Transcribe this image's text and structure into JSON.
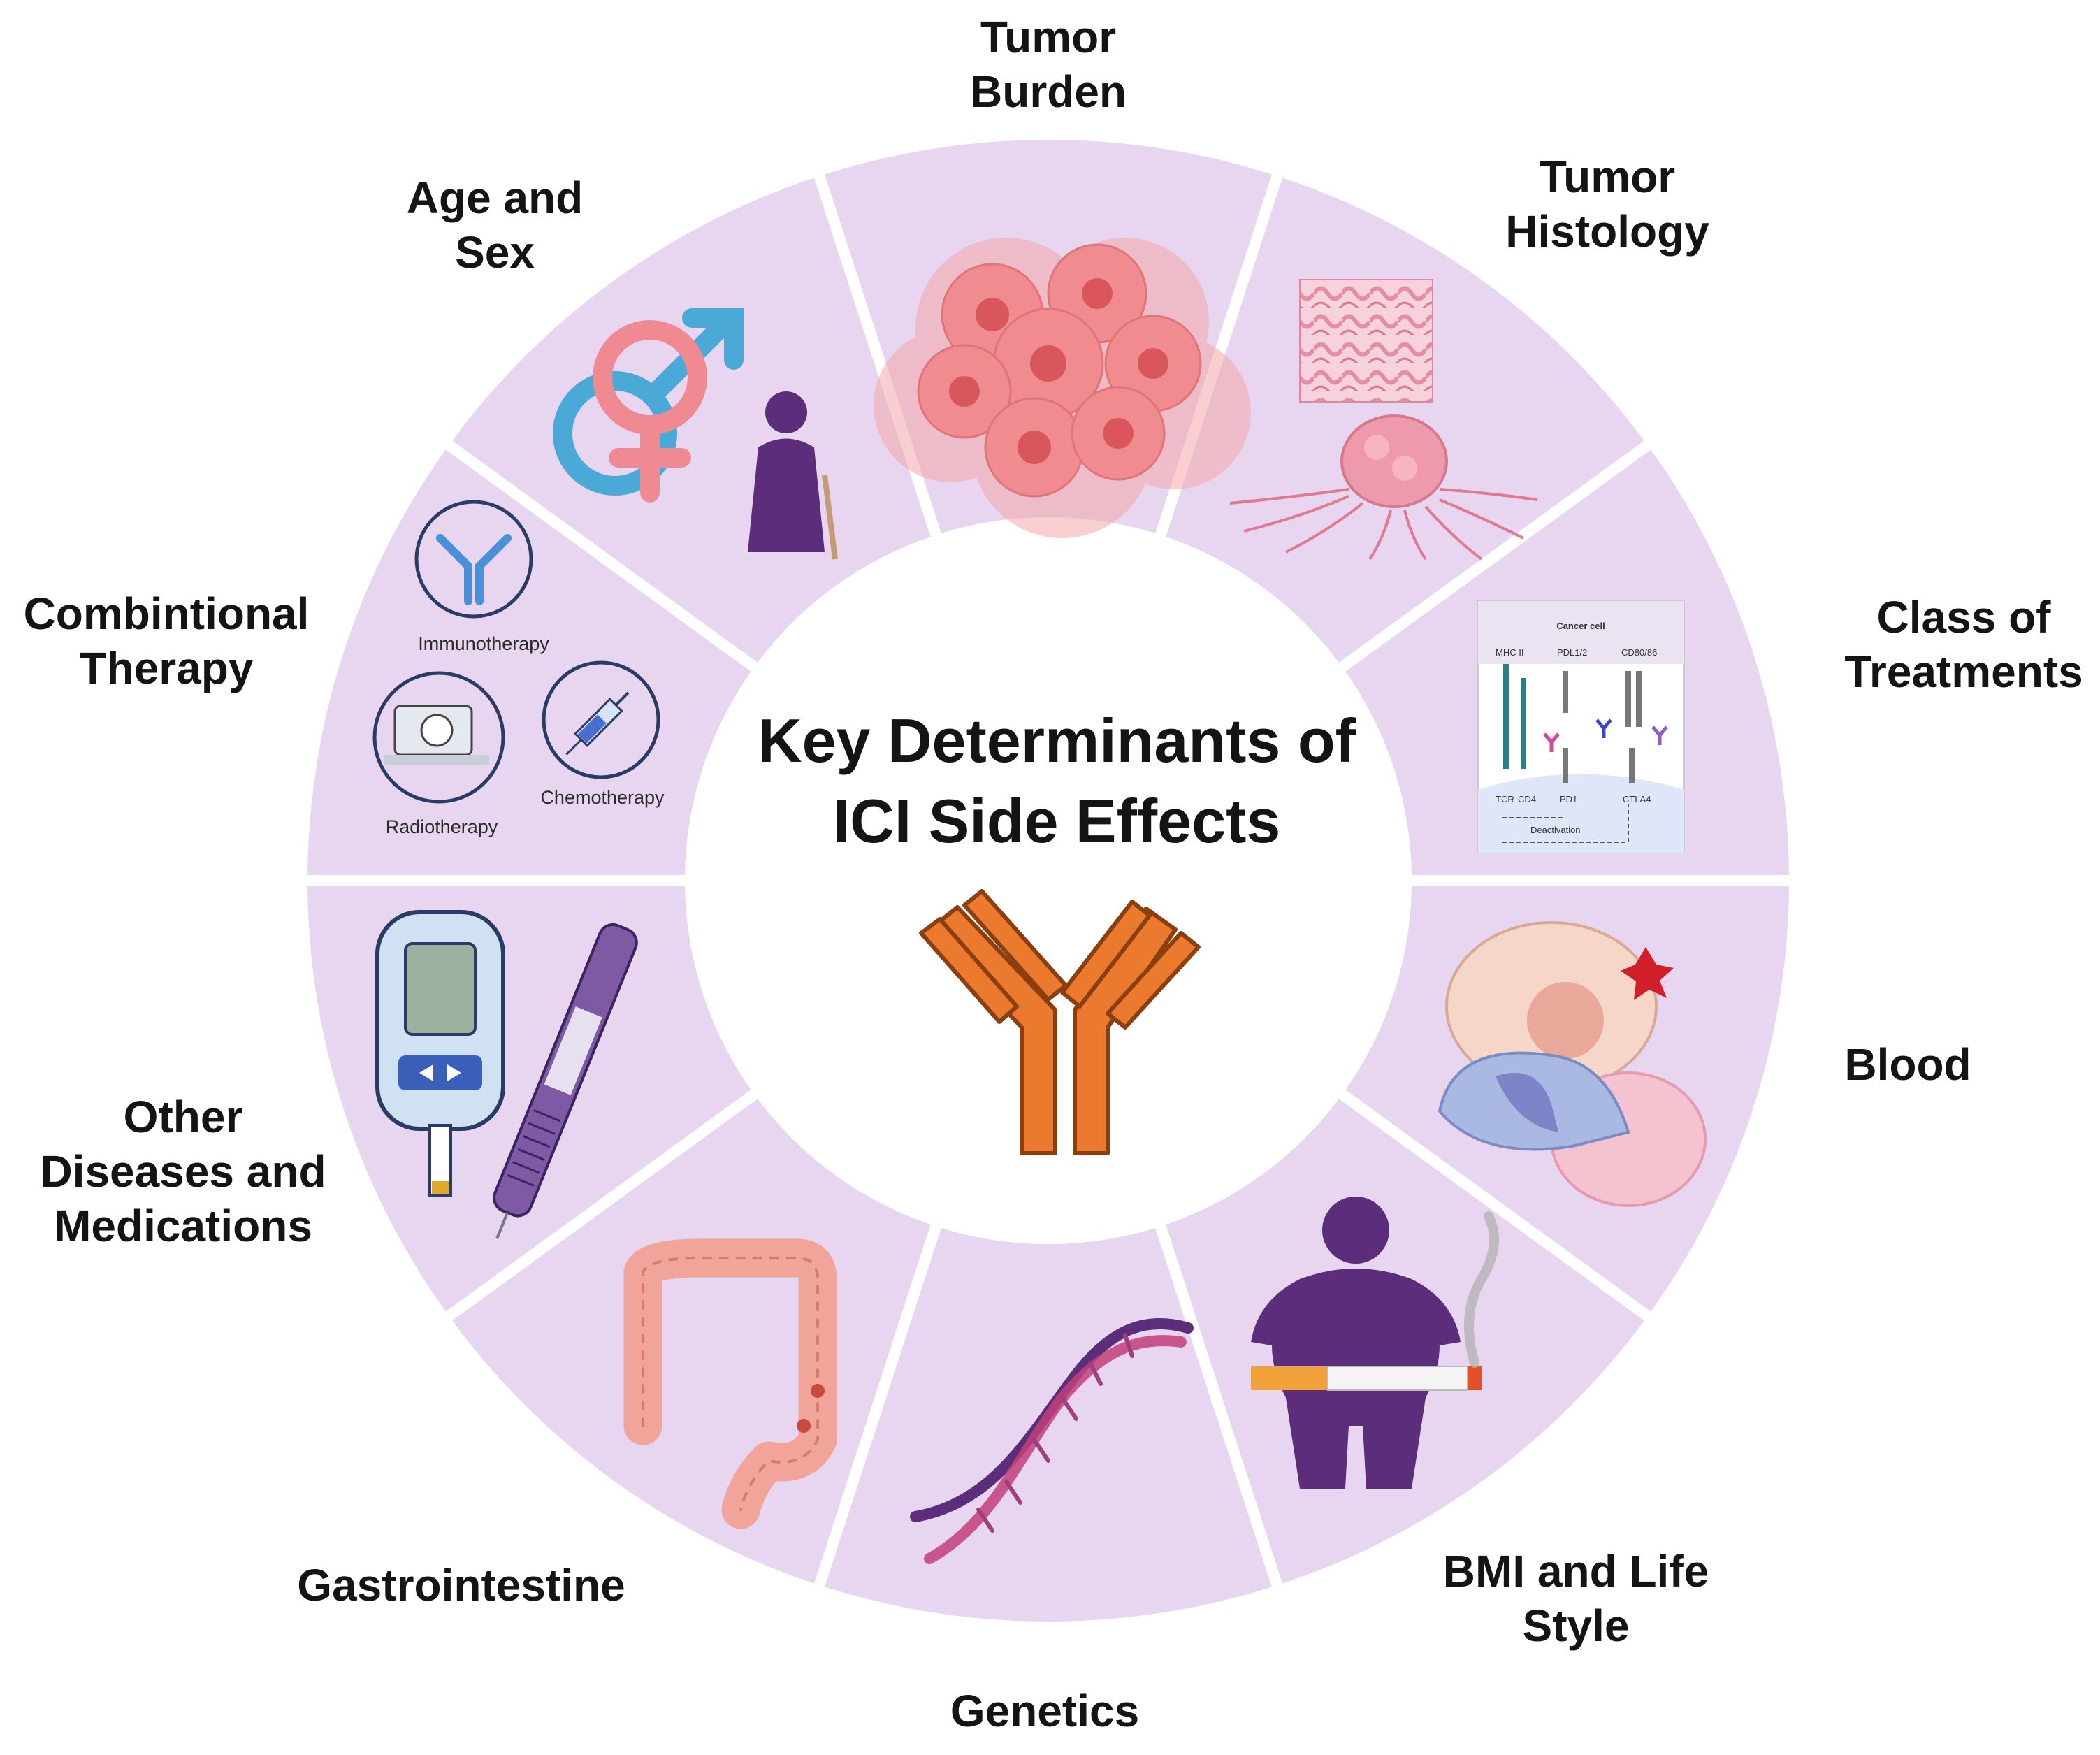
{
  "diagram": {
    "title": [
      "Key Determinants of",
      "ICI Side Effects"
    ],
    "segments": [
      {
        "id": "tumor-burden",
        "label": [
          "Tumor",
          "Burden"
        ]
      },
      {
        "id": "tumor-histology",
        "label": [
          "Tumor",
          "Histology"
        ]
      },
      {
        "id": "class-of-treatments",
        "label": [
          "Class of",
          "Treatments"
        ]
      },
      {
        "id": "blood",
        "label": [
          "Blood"
        ]
      },
      {
        "id": "bmi-life-style",
        "label": [
          "BMI and Life",
          "Style"
        ]
      },
      {
        "id": "genetics",
        "label": [
          "Genetics"
        ]
      },
      {
        "id": "gastrointestine",
        "label": [
          "Gastrointestine"
        ]
      },
      {
        "id": "other-diseases",
        "label": [
          "Other",
          "Diseases and",
          "Medications"
        ]
      },
      {
        "id": "combinational-therapy",
        "label": [
          "Combintional",
          "Therapy"
        ]
      },
      {
        "id": "age-and-sex",
        "label": [
          "Age and",
          "Sex"
        ]
      }
    ],
    "combination_icons": {
      "immunotherapy": "Immunotherapy",
      "radiotherapy": "Radiotherapy",
      "chemotherapy": "Chemotherapy"
    },
    "treatment_panel": {
      "header": "Cancer cell",
      "labels": [
        "MHC II",
        "PDL1/2",
        "CD80/86",
        "TCR",
        "CD4",
        "PD1",
        "CTLA4",
        "Deactivation"
      ]
    },
    "colors": {
      "segment_fill": "#e8d6f0",
      "center_fill": "#ffffff",
      "antibody": "#ec7a2e",
      "antibody_outline": "#8a3f10",
      "figure_purple": "#5c2d7a"
    }
  }
}
